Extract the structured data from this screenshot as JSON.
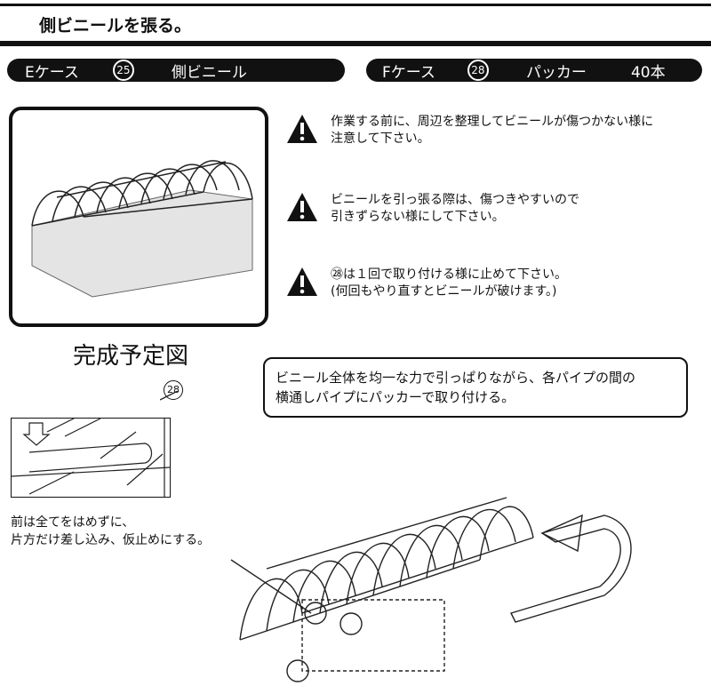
{
  "header": {
    "title": "側ビニールを張る。"
  },
  "parts": [
    {
      "case": "Eケース",
      "number": "25",
      "name": "側ビニール",
      "qty": ""
    },
    {
      "case": "Fケース",
      "number": "28",
      "name": "パッカー",
      "qty": "40本"
    }
  ],
  "figure": {
    "caption": "完成予定図"
  },
  "warnings": [
    {
      "icon": "warning-icon",
      "lines": [
        "作業する前に、周辺を整理してビニールが傷つかない様に",
        "注意して下さい。"
      ]
    },
    {
      "icon": "warning-icon",
      "lines": [
        "ビニールを引っ張る際は、傷つきやすいので",
        "引きずらない様にして下さい。"
      ]
    },
    {
      "icon": "warning-icon",
      "lines": [
        "㉘は１回で取り付ける様に止めて下さい。",
        "(何回もやり直すとビニールが破けます。)"
      ]
    }
  ],
  "note": {
    "lines": [
      "ビニール全体を均一な力で引っぱりながら、各パイプの間の",
      "横通しパイプにパッカーで取り付ける。"
    ]
  },
  "detail": {
    "number": "28",
    "lines": [
      "前は全てをはめずに、",
      "片方だけ差し込み、仮止めにする。"
    ]
  }
}
